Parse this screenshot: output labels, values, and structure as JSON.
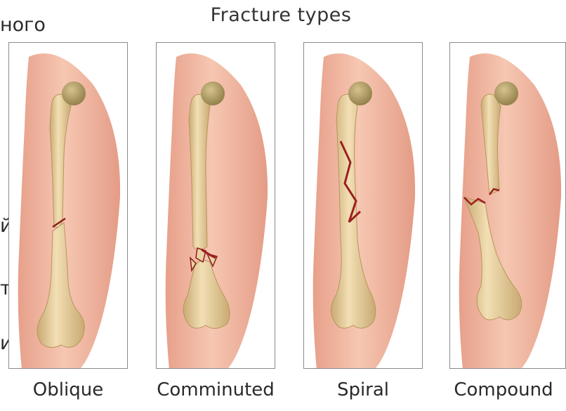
{
  "title": "Fracture types",
  "side_text": [
    "ного",
    "й;",
    "ти);",
    "ит"
  ],
  "panels": [
    {
      "label": "Oblique"
    },
    {
      "label": "Comminuted"
    },
    {
      "label": "Spiral"
    },
    {
      "label": "Compound"
    }
  ],
  "colors": {
    "skin": "#f0b7a0",
    "skin_edge": "#e49c86",
    "bone": "#e9d3a4",
    "bone_shade": "#c9aa72",
    "femoral_head": "#b9a46a",
    "blood": "#9c1f1f"
  }
}
